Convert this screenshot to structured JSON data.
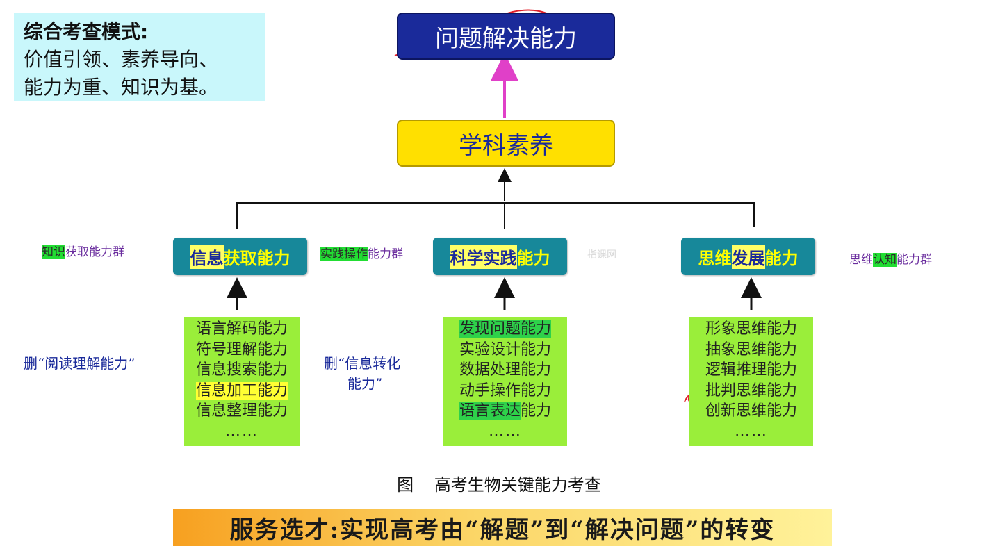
{
  "mode_box": {
    "title": "综合考查模式:",
    "line1": "价值引领、素养导向、",
    "line2": "能力为重、知识为基。"
  },
  "top_box": {
    "label": "问题解决能力"
  },
  "mid_box": {
    "label": "学科素养"
  },
  "abilities": [
    {
      "hl": "信息",
      "rest": "获取能力",
      "side_hl": "知识",
      "side_rest": "获取能力群"
    },
    {
      "hl": "科学实践",
      "rest": "能力",
      "side_hl": "实践操作",
      "side_rest": "能力群"
    },
    {
      "pre": "思维",
      "hl": "发展",
      "rest": "能力",
      "side_pre": "思维",
      "side_hl": "认知",
      "side_rest": "能力群"
    }
  ],
  "lists": {
    "left": [
      "语言解码能力",
      "符号理解能力",
      "信息搜索能力",
      "信息加工能力",
      "信息整理能力",
      "……"
    ],
    "middle": {
      "item1": "发现问题能力",
      "item2": "实验设计能力",
      "item3": "数据处理能力",
      "item4": "动手操作能力",
      "item5_hl": "语言表达",
      "item5_rest": "能力",
      "dots": "……"
    },
    "right": [
      "形象思维能力",
      "抽象思维能力",
      "逻辑推理能力",
      "批判思维能力",
      "创新思维能力",
      "……"
    ]
  },
  "notes": {
    "left_deleted": "删“阅读理解能力”",
    "middle_deleted_1": "删“信息转化",
    "middle_deleted_2": "能力”"
  },
  "watermark": "指课网",
  "caption": "图 高考生物关键能力考查",
  "banner": "服务选才:实现高考由“解题”到“解决问题”的转变",
  "colors": {
    "top_box": "#1a2a9a",
    "mid_box": "#ffe000",
    "ability_box": "#17889a",
    "list_bg": "#9aee3a",
    "mode_box": "#c9f7fb",
    "arrow_pink": "#e040c8"
  }
}
